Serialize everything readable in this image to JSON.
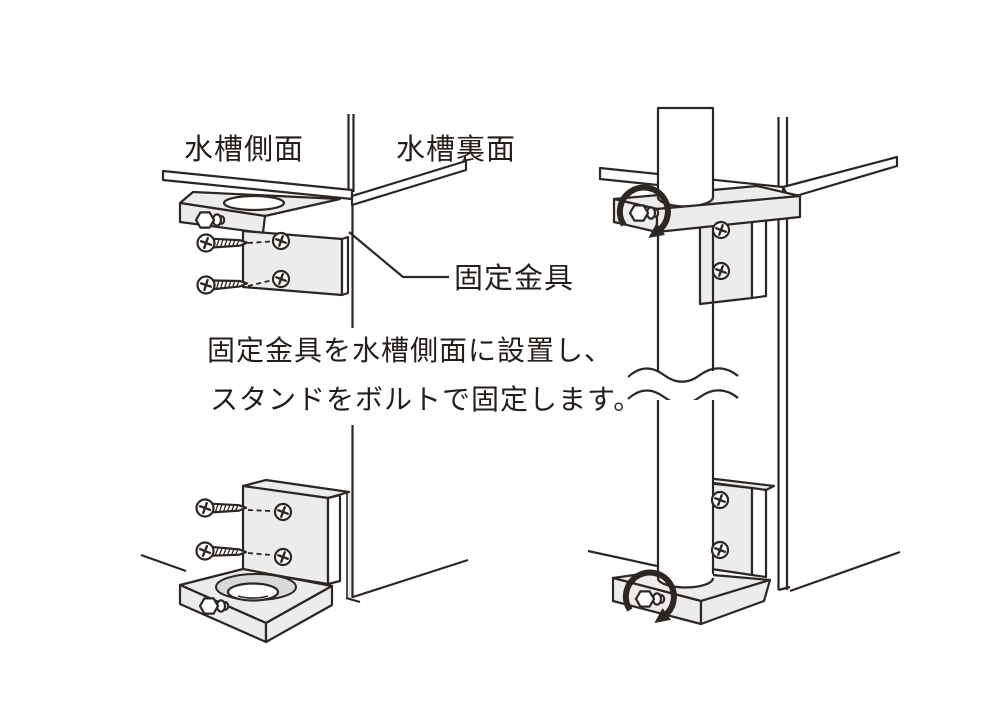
{
  "figure": {
    "type": "instruction-diagram",
    "colors": {
      "background": "#ffffff",
      "line": "#2d2623",
      "fill_light": "#ececec",
      "fill_mid": "#d9d9d9",
      "text": "#251e1b"
    },
    "labels": {
      "tank_side_panel": "水槽側面",
      "tank_back_panel": "水槽裏面",
      "fixing_bracket": "固定金具"
    },
    "caption": {
      "line1": "固定金具を水槽側面に設置し、",
      "line2": "スタンドをボルトで固定します。"
    },
    "parts": {
      "upper_bracket": "fixing-bracket-upper",
      "lower_bracket": "fixing-bracket-lower",
      "pole": "stand-pole",
      "screw": "screw-icon",
      "screw_hole": "screw-hole-icon",
      "bolt": "hex-bolt-icon",
      "rotation": "rotate-arrow-icon",
      "break_mark": "break-wave-lines",
      "tank_edge": "tank-glass-top-edge",
      "floor": "floor-line"
    }
  }
}
